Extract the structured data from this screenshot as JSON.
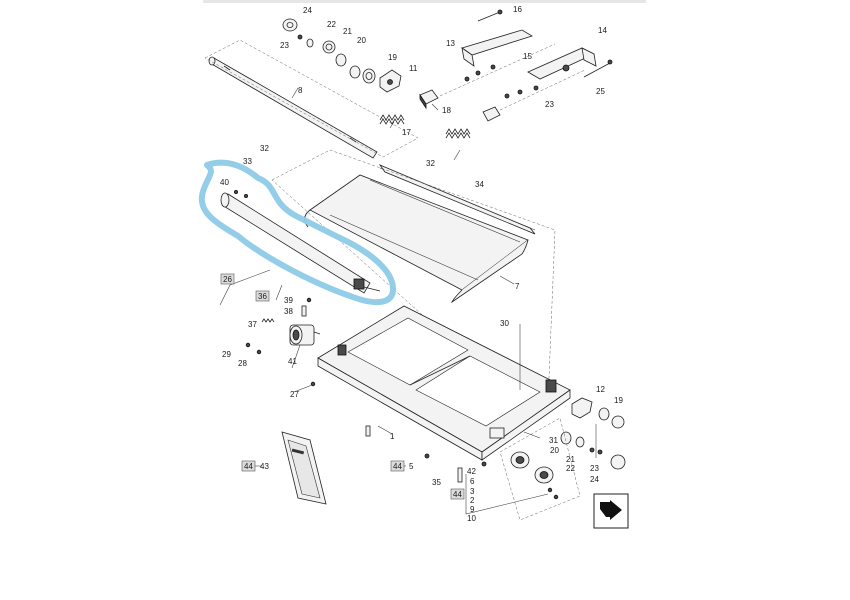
{
  "diagram": {
    "callouts": [
      {
        "id": "c24a",
        "text": "24"
      },
      {
        "id": "c23a",
        "text": "23"
      },
      {
        "id": "c22a",
        "text": "22"
      },
      {
        "id": "c21a",
        "text": "21"
      },
      {
        "id": "c20a",
        "text": "20"
      },
      {
        "id": "c19a",
        "text": "19"
      },
      {
        "id": "c11",
        "text": "11"
      },
      {
        "id": "c8",
        "text": "8"
      },
      {
        "id": "c17",
        "text": "17"
      },
      {
        "id": "c18",
        "text": "18"
      },
      {
        "id": "c16",
        "text": "16"
      },
      {
        "id": "c13",
        "text": "13"
      },
      {
        "id": "c15",
        "text": "15"
      },
      {
        "id": "c14",
        "text": "14"
      },
      {
        "id": "c25",
        "text": "25"
      },
      {
        "id": "c23b",
        "text": "23"
      },
      {
        "id": "c32a",
        "text": "32"
      },
      {
        "id": "c33",
        "text": "33"
      },
      {
        "id": "c32b",
        "text": "32"
      },
      {
        "id": "c34",
        "text": "34"
      },
      {
        "id": "c40",
        "text": "40"
      },
      {
        "id": "c7",
        "text": "7"
      },
      {
        "id": "c26",
        "text": "26"
      },
      {
        "id": "c36",
        "text": "36"
      },
      {
        "id": "c39",
        "text": "39"
      },
      {
        "id": "c38",
        "text": "38"
      },
      {
        "id": "c37",
        "text": "37"
      },
      {
        "id": "c29",
        "text": "29"
      },
      {
        "id": "c28",
        "text": "28"
      },
      {
        "id": "c41",
        "text": "41"
      },
      {
        "id": "c30",
        "text": "30"
      },
      {
        "id": "c27",
        "text": "27"
      },
      {
        "id": "c12",
        "text": "12"
      },
      {
        "id": "c19b",
        "text": "19"
      },
      {
        "id": "c1",
        "text": "1"
      },
      {
        "id": "c31",
        "text": "31"
      },
      {
        "id": "c20b",
        "text": "20"
      },
      {
        "id": "c21b",
        "text": "21"
      },
      {
        "id": "c22b",
        "text": "22"
      },
      {
        "id": "c23c",
        "text": "23"
      },
      {
        "id": "c24b",
        "text": "24"
      },
      {
        "id": "c44a",
        "text": "44"
      },
      {
        "id": "c43",
        "text": "43"
      },
      {
        "id": "c44b",
        "text": "44"
      },
      {
        "id": "c5",
        "text": "5"
      },
      {
        "id": "c42",
        "text": "42"
      },
      {
        "id": "c6",
        "text": "6"
      },
      {
        "id": "c35",
        "text": "35"
      },
      {
        "id": "c44c",
        "text": "44"
      },
      {
        "id": "c3",
        "text": "3"
      },
      {
        "id": "c2",
        "text": "2"
      },
      {
        "id": "c9",
        "text": "9"
      },
      {
        "id": "c10",
        "text": "10"
      }
    ],
    "highlight_color": "#8ecae6",
    "line_color": "#222222"
  }
}
